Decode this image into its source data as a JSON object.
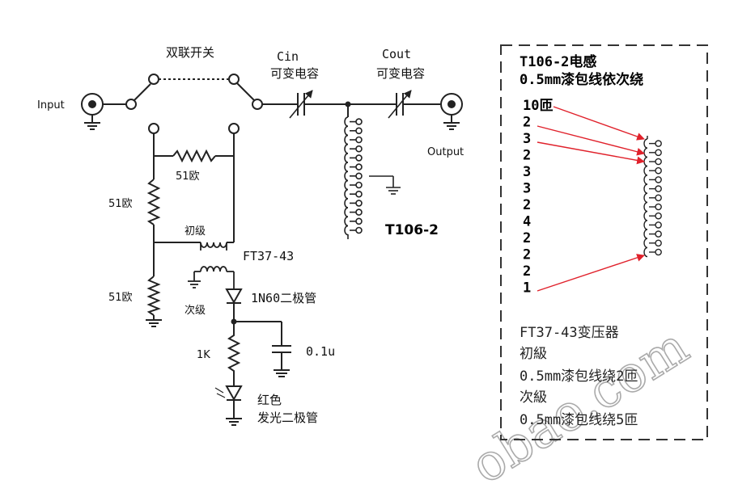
{
  "labels": {
    "switch": "双联开关",
    "cin_top": "Cin",
    "cin_bottom": "可变电容",
    "cout_top": "Cout",
    "cout_bottom": "可变电容",
    "input": "Input",
    "output": "Output",
    "r_top": "51欧",
    "r_left": "51欧",
    "r_bottom": "51欧",
    "primary": "初级",
    "transformer": "FT37-43",
    "secondary": "次级",
    "diode": "1N60二极管",
    "capacitor": "0.1u",
    "r_1k": "1K",
    "led_line1": "红色",
    "led_line2": "发光二极管",
    "inductor": "T106-2"
  },
  "notes": {
    "title1": "T106-2电感",
    "title2": "0.5mm漆包线依次绕",
    "turns": [
      "10匝",
      "2",
      "3",
      "2",
      "3",
      "3",
      "2",
      "4",
      "2",
      "2",
      "2",
      "1"
    ],
    "ft_title": "FT37-43变压器",
    "ft_primary": "初級",
    "ft_primary_spec": "0.5mm漆包线绕2匝",
    "ft_secondary": "次級",
    "ft_secondary_spec": "0.5mm漆包线绕5匝"
  },
  "watermark": "obao.com",
  "colors": {
    "wire": "#222222",
    "arrow": "#e0212b",
    "dash": "#333333"
  }
}
